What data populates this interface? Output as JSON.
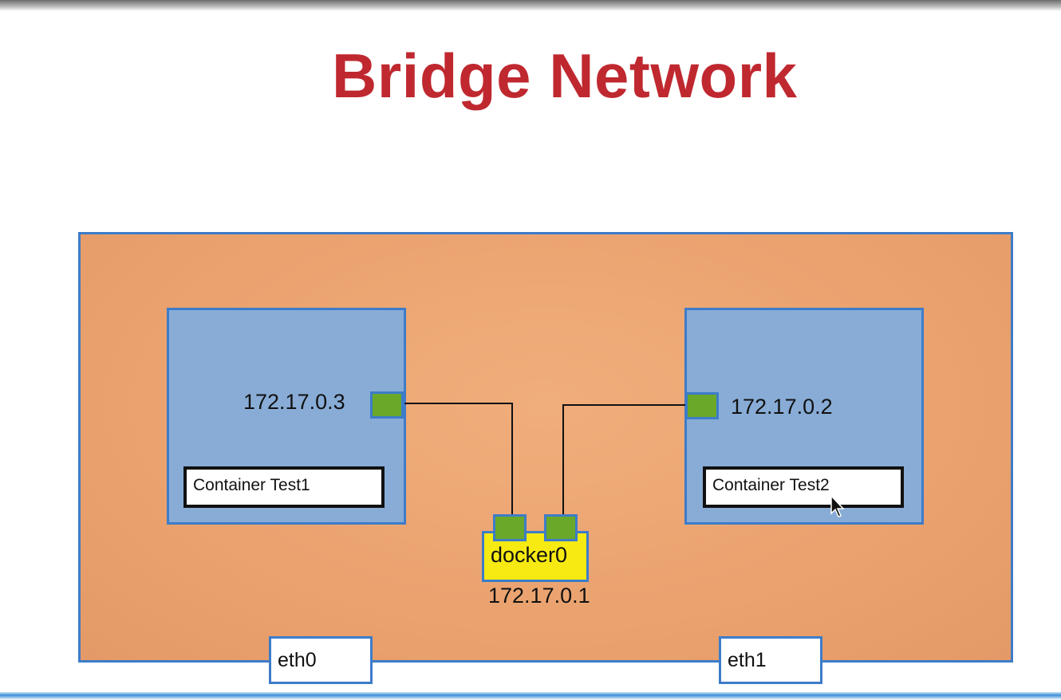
{
  "title": "Bridge Network",
  "containers": [
    {
      "name": "Container Test1",
      "ip": "172.17.0.3"
    },
    {
      "name": "Container Test2",
      "ip": "172.17.0.2"
    }
  ],
  "bridge": {
    "name": "docker0",
    "ip": "172.17.0.1"
  },
  "interfaces": [
    "eth0",
    "eth1"
  ],
  "colors": {
    "title": "#c0282f",
    "host": "#e9a06c",
    "container": "#88acd6",
    "border": "#3d7cc9",
    "port": "#6aa82a",
    "bridge": "#f7ea12"
  }
}
